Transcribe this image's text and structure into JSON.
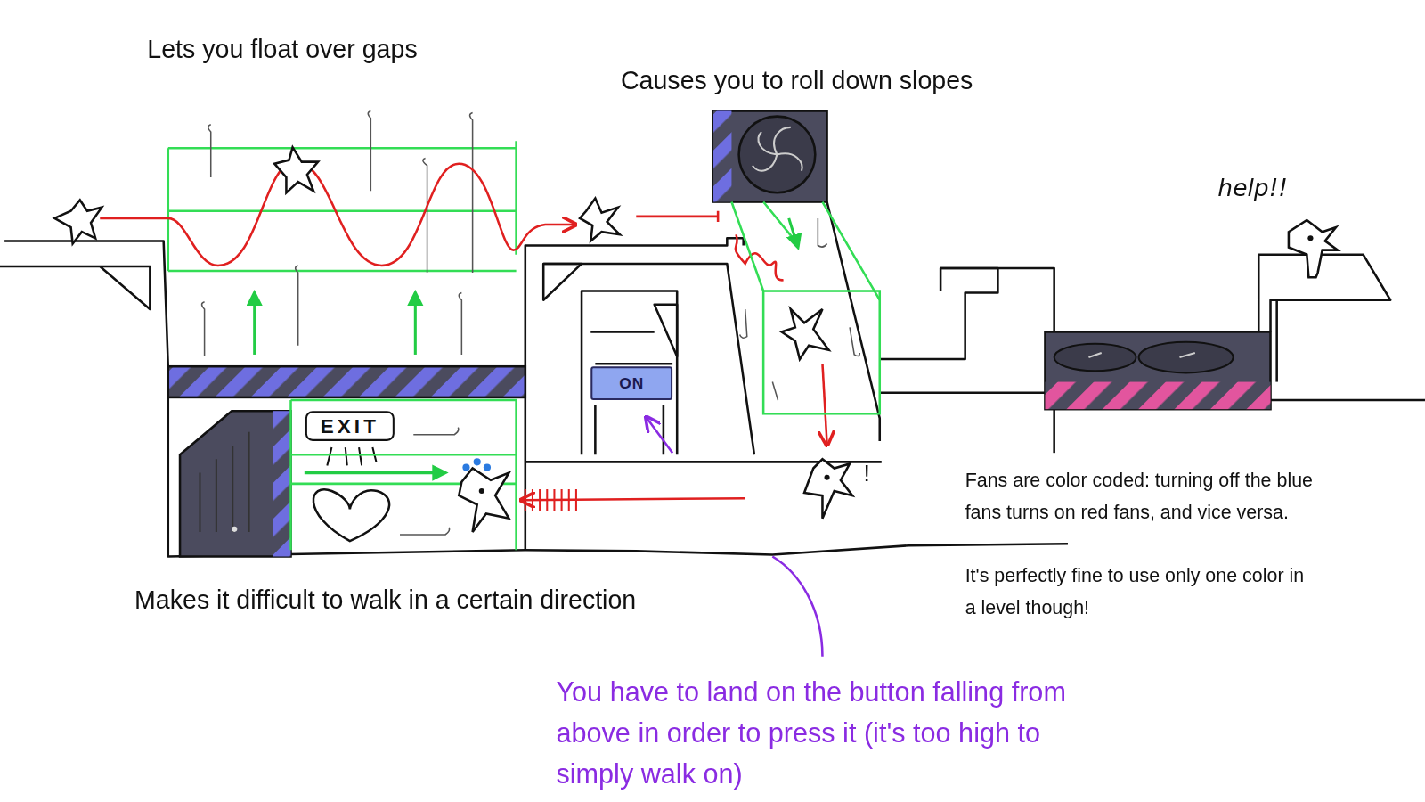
{
  "diagram": {
    "nodes": [
      {
        "text": [
          "EXIT"
        ]
      },
      {
        "text": [
          "ON"
        ]
      }
    ],
    "labels": [
      "Lets you float over gaps",
      "Causes you to roll down slopes",
      "help!!",
      "!",
      "Makes it difficult to walk in a certain direction",
      "Fans are color coded: turning off the blue fans turns on red fans, and vice versa.",
      "It's perfectly fine to use only one color in a level though!",
      "You have to land on the button falling from above in order to press it (it's too high to simply walk on)"
    ]
  }
}
